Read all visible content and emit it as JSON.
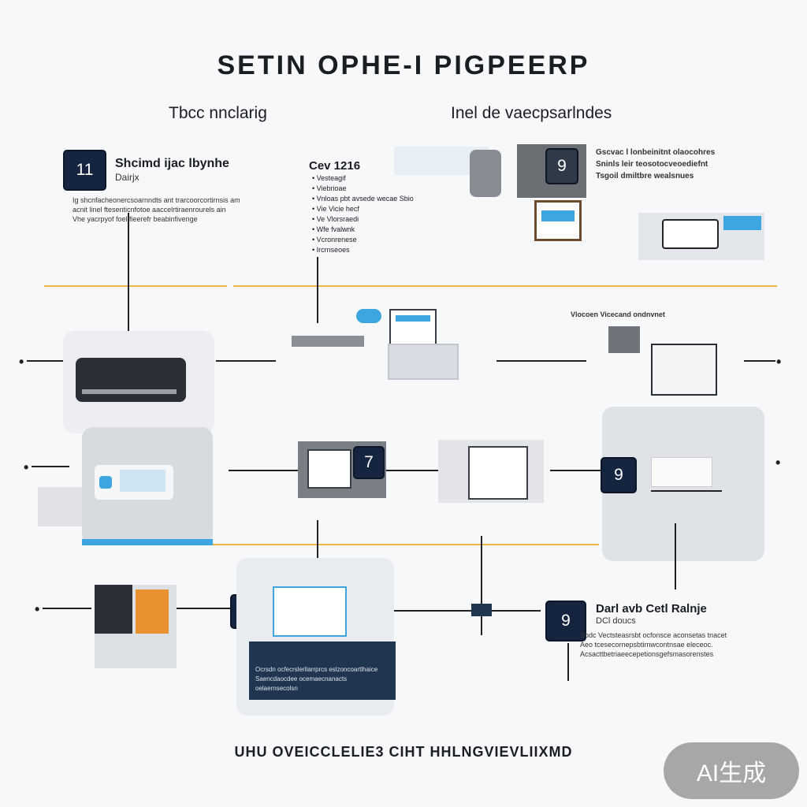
{
  "header": {
    "title": "SETIN OPHE-I PIGPEERP",
    "subtitle_left": "Tbcc nnclarig",
    "subtitle_right": "Inel de vaecpsarlndes"
  },
  "steps": {
    "step1": {
      "number": "11",
      "heading": "Shcimd ijac lbynhe",
      "sub": "Dairjx",
      "body": [
        "Ig shcnfacheonercsoarnndts ant trarcoorcortirnsis am",
        "acnit linel ftesenticnfotoe aaccelrtiraenrourels ain",
        "Vhe yacrpyof foel fieerefr beabinfivenge"
      ]
    },
    "step_list": {
      "heading": "Cev 1216",
      "items": [
        "Vesteagif",
        "Viebrioae",
        "Vnloas pbt avsede wecae Sbio",
        "Vie Vicie hecf",
        "Ve Vlorsraedi",
        "Wfe fvalwnk",
        "Vcronrenese",
        "Ircrnseoes"
      ]
    },
    "step_top_right": {
      "number": "9",
      "lines": [
        "Gscvac l lonbeinitnt olaocohres",
        "Sninls leir teosotocveoediefnt",
        "Tsgoil dmiltbre wealsnues"
      ]
    },
    "mid_right_label": "Vlocoen Vicecand ondnvnet",
    "badge_mid": "7",
    "badge_right": "9",
    "badge_bottom": "9",
    "step_bottom_right": {
      "number": "9",
      "heading": "Darl avb Cetl Ralnje",
      "sub": "DCl doucs",
      "body": [
        "Sbdc Vectsteasrsbt ocfonsce aconsetas tnacet",
        "Aeo tcesecornepsbtirnwcontnsae eleceoc.",
        "Acsacttbetriaeecepetionsgefsmasorenstes"
      ]
    },
    "bottom_panel_text": [
      "Ocrsdn ocfecrslerllarrprcs eslzoncoartlhaice",
      "Saencdaocdee ocemaecnanacts oelaernsecolsn"
    ],
    "footer": "UHU OVEICCLELIE3 CIHT HHLNGVIEVLIIXMD",
    "watermark": "AI生成",
    "colors": {
      "navy": "#15253f",
      "accent_orange": "#f2b640",
      "screen_blue": "#3da6e0"
    }
  }
}
